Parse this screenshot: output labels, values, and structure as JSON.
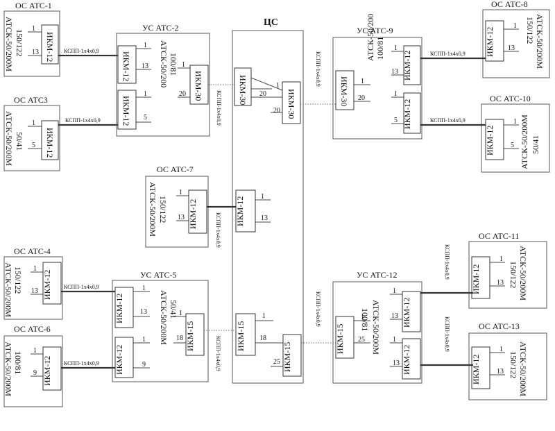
{
  "center_title": "ЦС",
  "nodes": {
    "os1": {
      "title": "ОС АТС-1",
      "atc": "АТСК-50/200М",
      "cap": "150/122",
      "ikm": "ИКМ-12",
      "p1": "1",
      "p2": "13"
    },
    "os3": {
      "title": "ОС АТС3",
      "atc": "АТСК-50/200М",
      "cap": "50/41",
      "ikm": "ИКМ-12",
      "p1": "1",
      "p2": "5"
    },
    "us2": {
      "title": "УС АТС-2",
      "atc": "АТСК-50/200",
      "cap": "100/81",
      "ikm_a": "ИКМ-12",
      "ikm_b": "ИКМ-12",
      "ikm_c": "ИКМ-30",
      "pa1": "1",
      "pa2": "13",
      "pb1": "1",
      "pb2": "5",
      "pc1": "1",
      "pc2": "20"
    },
    "os7": {
      "title": "ОС АТС-7",
      "atc": "АТСК-50/200М",
      "cap": "150/122",
      "ikm": "ИКМ-12",
      "p1": "1",
      "p2": "13"
    },
    "os4": {
      "title": "ОС АТС-4",
      "atc": "АТСК-50/200М",
      "cap": "150/122",
      "ikm": "ИКМ-12",
      "p1": "1",
      "p2": "13"
    },
    "os6": {
      "title": "ОС АТС-6",
      "atc": "АТСК-50/200М",
      "cap": "100/81",
      "ikm": "ИКМ-12",
      "p1": "1",
      "p2": "9"
    },
    "us5": {
      "title": "УС АТС-5",
      "atc": "АТСК-50/200М",
      "cap": "50/41",
      "ikm_a": "ИКМ-12",
      "ikm_b": "ИКМ-12",
      "ikm_c": "ИКМ-15",
      "pa1": "1",
      "pa2": "13",
      "pb1": "1",
      "pb2": "9",
      "pc1": "1",
      "pc2": "18"
    },
    "cs": {
      "ikm30": "ИКМ-30",
      "ikm30b": "ИКМ-30",
      "ikm12": "ИКМ-12",
      "ikm15": "ИКМ-15",
      "ikm15b": "ИКМ-15",
      "n1": "1",
      "n20": "20",
      "n20b": "20",
      "n1b": "1",
      "n13": "13",
      "n1c": "1",
      "n18": "18",
      "n25": "25"
    },
    "us9": {
      "title": "УС АТС-9",
      "atc": "АТСК-50/200",
      "cap": "100/81",
      "ikm_a": "ИКМ-30",
      "ikm_b": "ИКМ-12",
      "ikm_c": "ИКМ-12",
      "pa1": "1",
      "pa2": "20",
      "pb1": "1",
      "pb2": "13",
      "pc1": "1",
      "pc2": "5"
    },
    "os8": {
      "title": "ОС АТС-8",
      "atc": "АТСК-50/200М",
      "cap": "150/122",
      "ikm": "ИКМ-12",
      "p1": "1",
      "p2": "13"
    },
    "os10": {
      "title": "ОС АТС-10",
      "atc": "АТСК-50/200М",
      "cap": "50/41",
      "ikm": "ИКМ-12",
      "p1": "1",
      "p2": "5"
    },
    "us12": {
      "title": "УС АТС-12",
      "atc": "АТСК-50/200М",
      "cap": "100/81",
      "ikm_a": "ИКМ-15",
      "ikm_b": "ИКМ-12",
      "ikm_c": "ИКМ-12",
      "pa1": "1",
      "pa2": "25",
      "pb1": "1",
      "pb2": "13",
      "pc1": "1",
      "pc2": "13"
    },
    "os11": {
      "title": "ОС АТС-11",
      "atc": "АТСК-50/200М",
      "cap": "150/122",
      "ikm": "ИКМ-12",
      "p1": "1",
      "p2": "13"
    },
    "os13": {
      "title": "ОС АТС-13",
      "atc": "АТСК-50/200М",
      "cap": "150/122",
      "ikm": "ИКМ-12",
      "p1": "1",
      "p2": "13"
    }
  },
  "cables": {
    "c1": "КСПП-1х4х0,9",
    "c3": "КСПП-1х4х0,9",
    "c2": "КСПП-1х4х0,9",
    "c7": "КСПП-1х4х0,9",
    "c4": "КСПП-1х4х0,9",
    "c6": "КСПП-1х4х0,9",
    "c5": "КСПП-1х4х0,9",
    "c9": "КСПП-1х4х0,9",
    "c8": "КСПП-1х4х0,9",
    "c10": "КСПП-1х4х0,9",
    "c12": "КСПП-1х4х0,9",
    "c11": "КСПП-1х4х0,9",
    "c13": "КСПП-1х4х0,9"
  }
}
